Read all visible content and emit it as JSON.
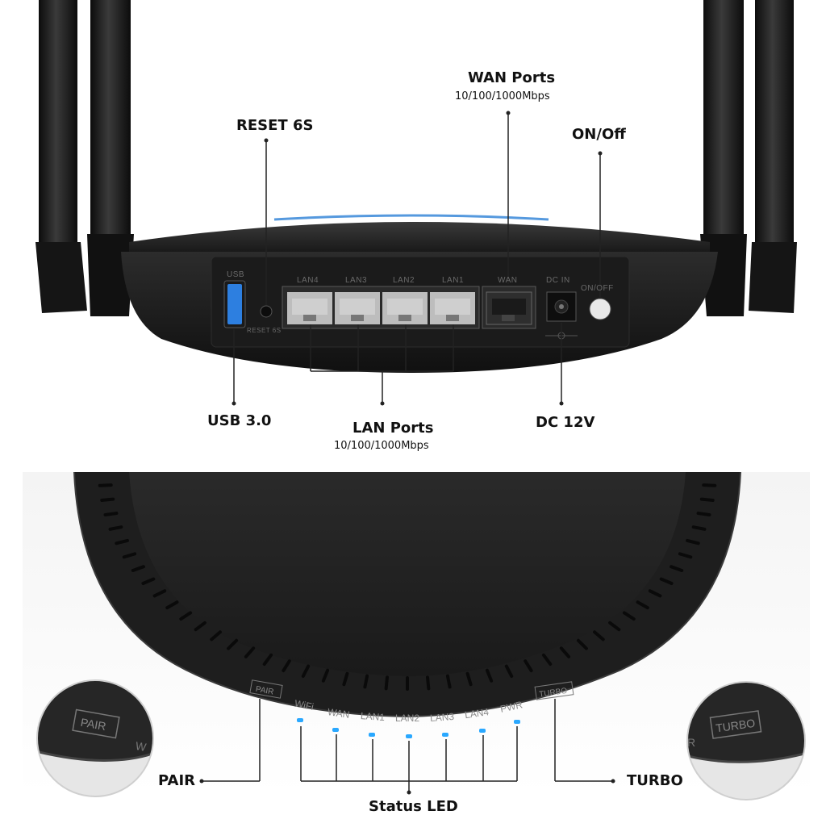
{
  "top_callouts": {
    "wan_title": "WAN Ports",
    "wan_speed": "10/100/1000Mbps",
    "reset": "RESET 6S",
    "onoff": "ON/Off",
    "usb": "USB 3.0",
    "lan_title": "LAN Ports",
    "lan_speed": "10/100/1000Mbps",
    "dc": "DC 12V"
  },
  "panel_labels": {
    "usb": "USB",
    "reset": "RESET 6S",
    "lan4": "LAN4",
    "lan3": "LAN3",
    "lan2": "LAN2",
    "lan1": "LAN1",
    "wan": "WAN",
    "dc_in": "DC IN",
    "on_off": "ON/OFF"
  },
  "bottom_labels": {
    "pair": "PAIR",
    "wifi": "WiFi",
    "wan": "WAN",
    "lan1": "LAN1",
    "lan2": "LAN2",
    "lan3": "LAN3",
    "lan4": "LAN4",
    "pwr": "PWR",
    "turbo": "TURBO",
    "zoom_left_partial": "W",
    "zoom_right_partial": "R"
  },
  "bottom_callouts": {
    "pair": "PAIR",
    "turbo": "TURBO",
    "status_led": "Status LED"
  },
  "colors": {
    "led_blue": "#2aa8ff",
    "body_black": "#1c1c1c"
  }
}
